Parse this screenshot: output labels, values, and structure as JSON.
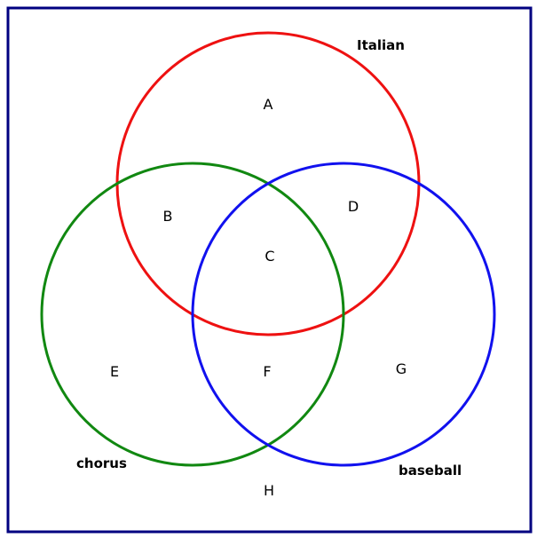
{
  "sets": {
    "italian": {
      "label": "Italian",
      "color": "#ee1111"
    },
    "chorus": {
      "label": "chorus",
      "color": "#118811"
    },
    "baseball": {
      "label": "baseball",
      "color": "#1111ee"
    }
  },
  "regions": {
    "a": "A",
    "b": "B",
    "c": "C",
    "d": "D",
    "e": "E",
    "f": "F",
    "g": "G",
    "h": "H"
  },
  "border_color": "#000080"
}
